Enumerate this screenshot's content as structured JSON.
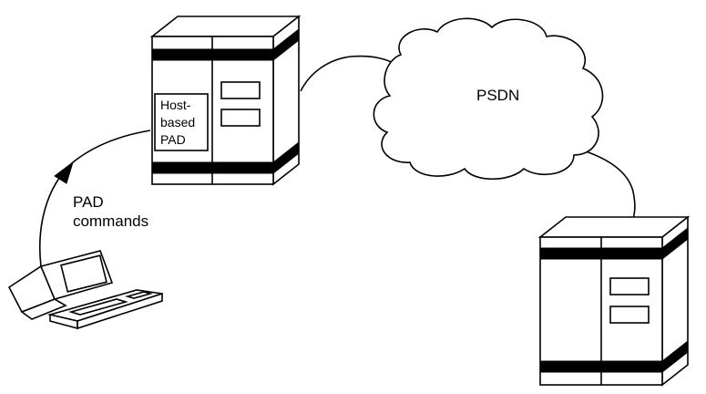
{
  "diagram": {
    "pad_label_line1": "Host-",
    "pad_label_line2": "based",
    "pad_label_line3": "PAD",
    "network_label": "PSDN",
    "commands_label_line1": "PAD",
    "commands_label_line2": "commands"
  }
}
